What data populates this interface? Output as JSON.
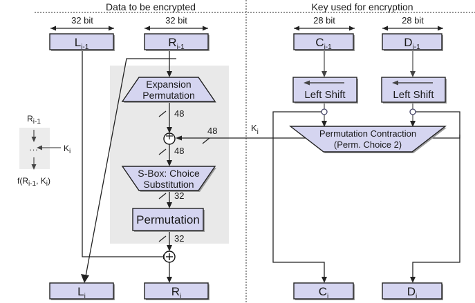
{
  "diagram": {
    "title_left": "Data to be encrypted",
    "title_right": "Key used for encryption",
    "bit_labels": {
      "left_half": "32 bit",
      "right_half": "32 bit",
      "c_half": "28 bit",
      "d_half": "28 bit"
    },
    "nodes": {
      "l_prev": {
        "base": "L",
        "sub": "i-1"
      },
      "r_prev": {
        "base": "R",
        "sub": "i-1"
      },
      "c_prev": {
        "base": "C",
        "sub": "i-1"
      },
      "d_prev": {
        "base": "D",
        "sub": "i-1"
      },
      "l_next": {
        "base": "L",
        "sub": "i"
      },
      "r_next": {
        "base": "R",
        "sub": "i"
      },
      "c_next": {
        "base": "C",
        "sub": "i"
      },
      "d_next": {
        "base": "D",
        "sub": "i"
      }
    },
    "blocks": {
      "expansion_line1": "Expansion",
      "expansion_line2": "Permutation",
      "sbox_line1": "S-Box: Choice",
      "sbox_line2": "Substitution",
      "permutation": "Permutation",
      "left_shift_c": "Left Shift",
      "left_shift_d": "Left Shift",
      "perm_contraction_line1": "Permutation Contraction",
      "perm_contraction_line2": "(Perm. Choice 2)"
    },
    "bus_widths": {
      "expansion_out": "48",
      "key_in": "48",
      "xor_out": "48",
      "sbox_out": "32",
      "perm_out": "32"
    },
    "key_label": {
      "base": "K",
      "sub": "i"
    },
    "legend": {
      "input": {
        "base": "R",
        "sub": "i-1"
      },
      "key": {
        "base": "K",
        "sub": "i"
      },
      "ellipsis": "...",
      "output_prefix": "f(R",
      "output_sub1": "i-1",
      "output_mid": ", K",
      "output_sub2": "i",
      "output_suffix": ")"
    },
    "colors": {
      "node_fill": "#d5d5f0",
      "node_stroke": "#222222",
      "function_box_bg": "#e9e9e9",
      "wire": "#222222",
      "background": "#ffffff"
    }
  }
}
